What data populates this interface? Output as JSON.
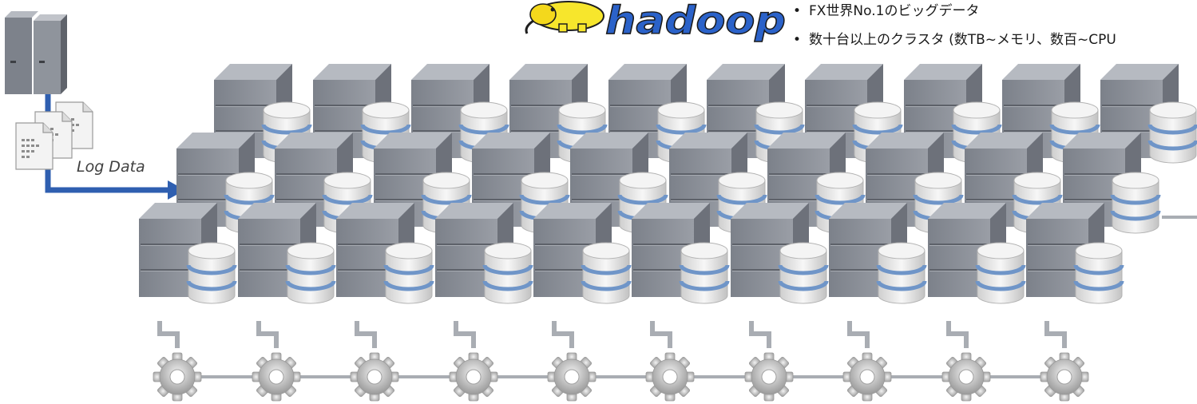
{
  "logo": {
    "text": "hadoop",
    "color": "#2b62c9"
  },
  "bullets": [
    "FX世界No.1のビッグデータ",
    "数十台以上のクラスタ (数TB~メモリ、数百~CPU"
  ],
  "arrow_label": "Log Data",
  "colors": {
    "server_front": "#8e929b",
    "server_top": "#b4b8bf",
    "server_side": "#6e727a",
    "disk": "#e8e8e8",
    "disk_band": "#6f95c8",
    "arrow": "#2f5fb0",
    "connector": "#a9adb3",
    "gear": "#bdbdbd"
  },
  "icons": [
    "server-icon",
    "document-icon",
    "database-icon",
    "gear-icon",
    "elephant-icon"
  ]
}
